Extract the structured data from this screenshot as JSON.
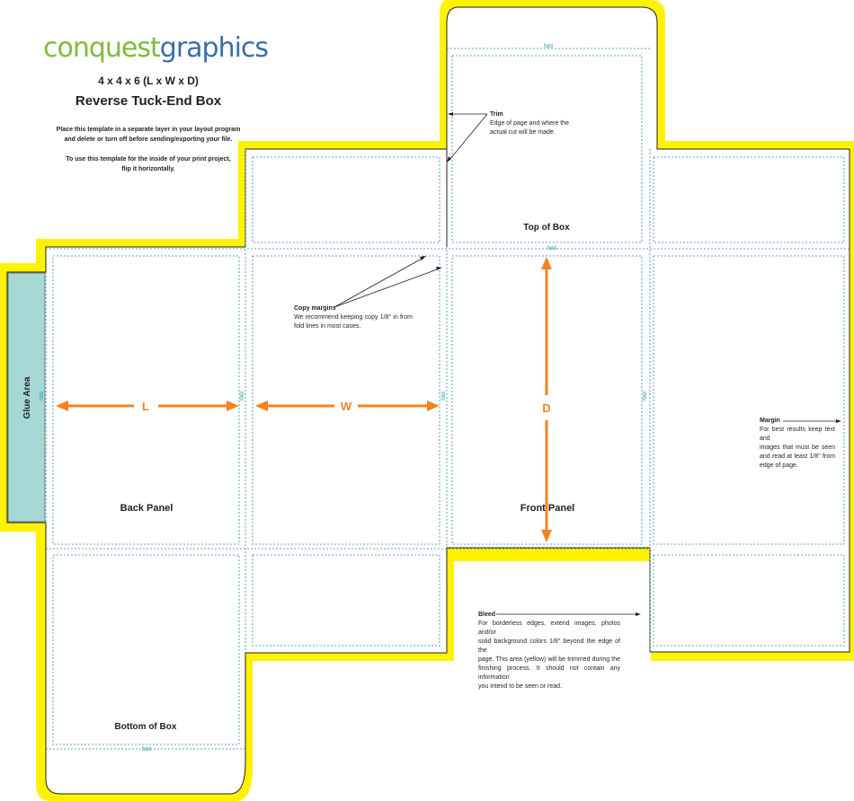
{
  "brand": {
    "part1": "conquest",
    "part2": "graphics",
    "green": "#7cbb3a",
    "blue": "#3a6ea8"
  },
  "header": {
    "dimensions": "4 x 4 x 6 (L x W x D)",
    "title": "Reverse Tuck-End Box",
    "instruction1_line1": "Place this template in a separate layer in your layout program",
    "instruction1_line2": "and delete or turn off before sending/exporting your file.",
    "instruction2_line1": "To use this template for the inside of your print project,",
    "instruction2_line2": "flip it horizontally."
  },
  "panels": {
    "top": "Top of Box",
    "back": "Back Panel",
    "front": "Front Panel",
    "bottom": "Bottom of Box",
    "glue": "Glue Area"
  },
  "dimension_letters": {
    "l": "L",
    "w": "W",
    "d": "D"
  },
  "fold_label": "fold",
  "notes": {
    "trim_title": "Trim",
    "trim_line1": "Edge of page and where the",
    "trim_line2": "actual cut will be made.",
    "copy_title": "Copy margins",
    "copy_line1": "We recommend keeping copy 1/8\"  in from",
    "copy_line2": "fold lines in most cases.",
    "margin_title": "Margin",
    "margin_line1": "For best results keep text and",
    "margin_line2": "images that must be seen",
    "margin_line3": "and read at least 1/8\" from",
    "margin_line4": "edge of page.",
    "bleed_title": "Bleed",
    "bleed_line1": "For borderless edges, extend images, photos and/or",
    "bleed_line2": "solid background colors 1/8\" beyond the edge of the",
    "bleed_line3": "page. This area (yellow) will be trimmed during the",
    "bleed_line4": "finishing process. It should not contain any information",
    "bleed_line5": "you intend to be seen or read."
  },
  "colors": {
    "bleed": "#fff200",
    "glue": "#a6d9d5",
    "arrow": "#f58220",
    "dash": "#2a8fa6"
  }
}
